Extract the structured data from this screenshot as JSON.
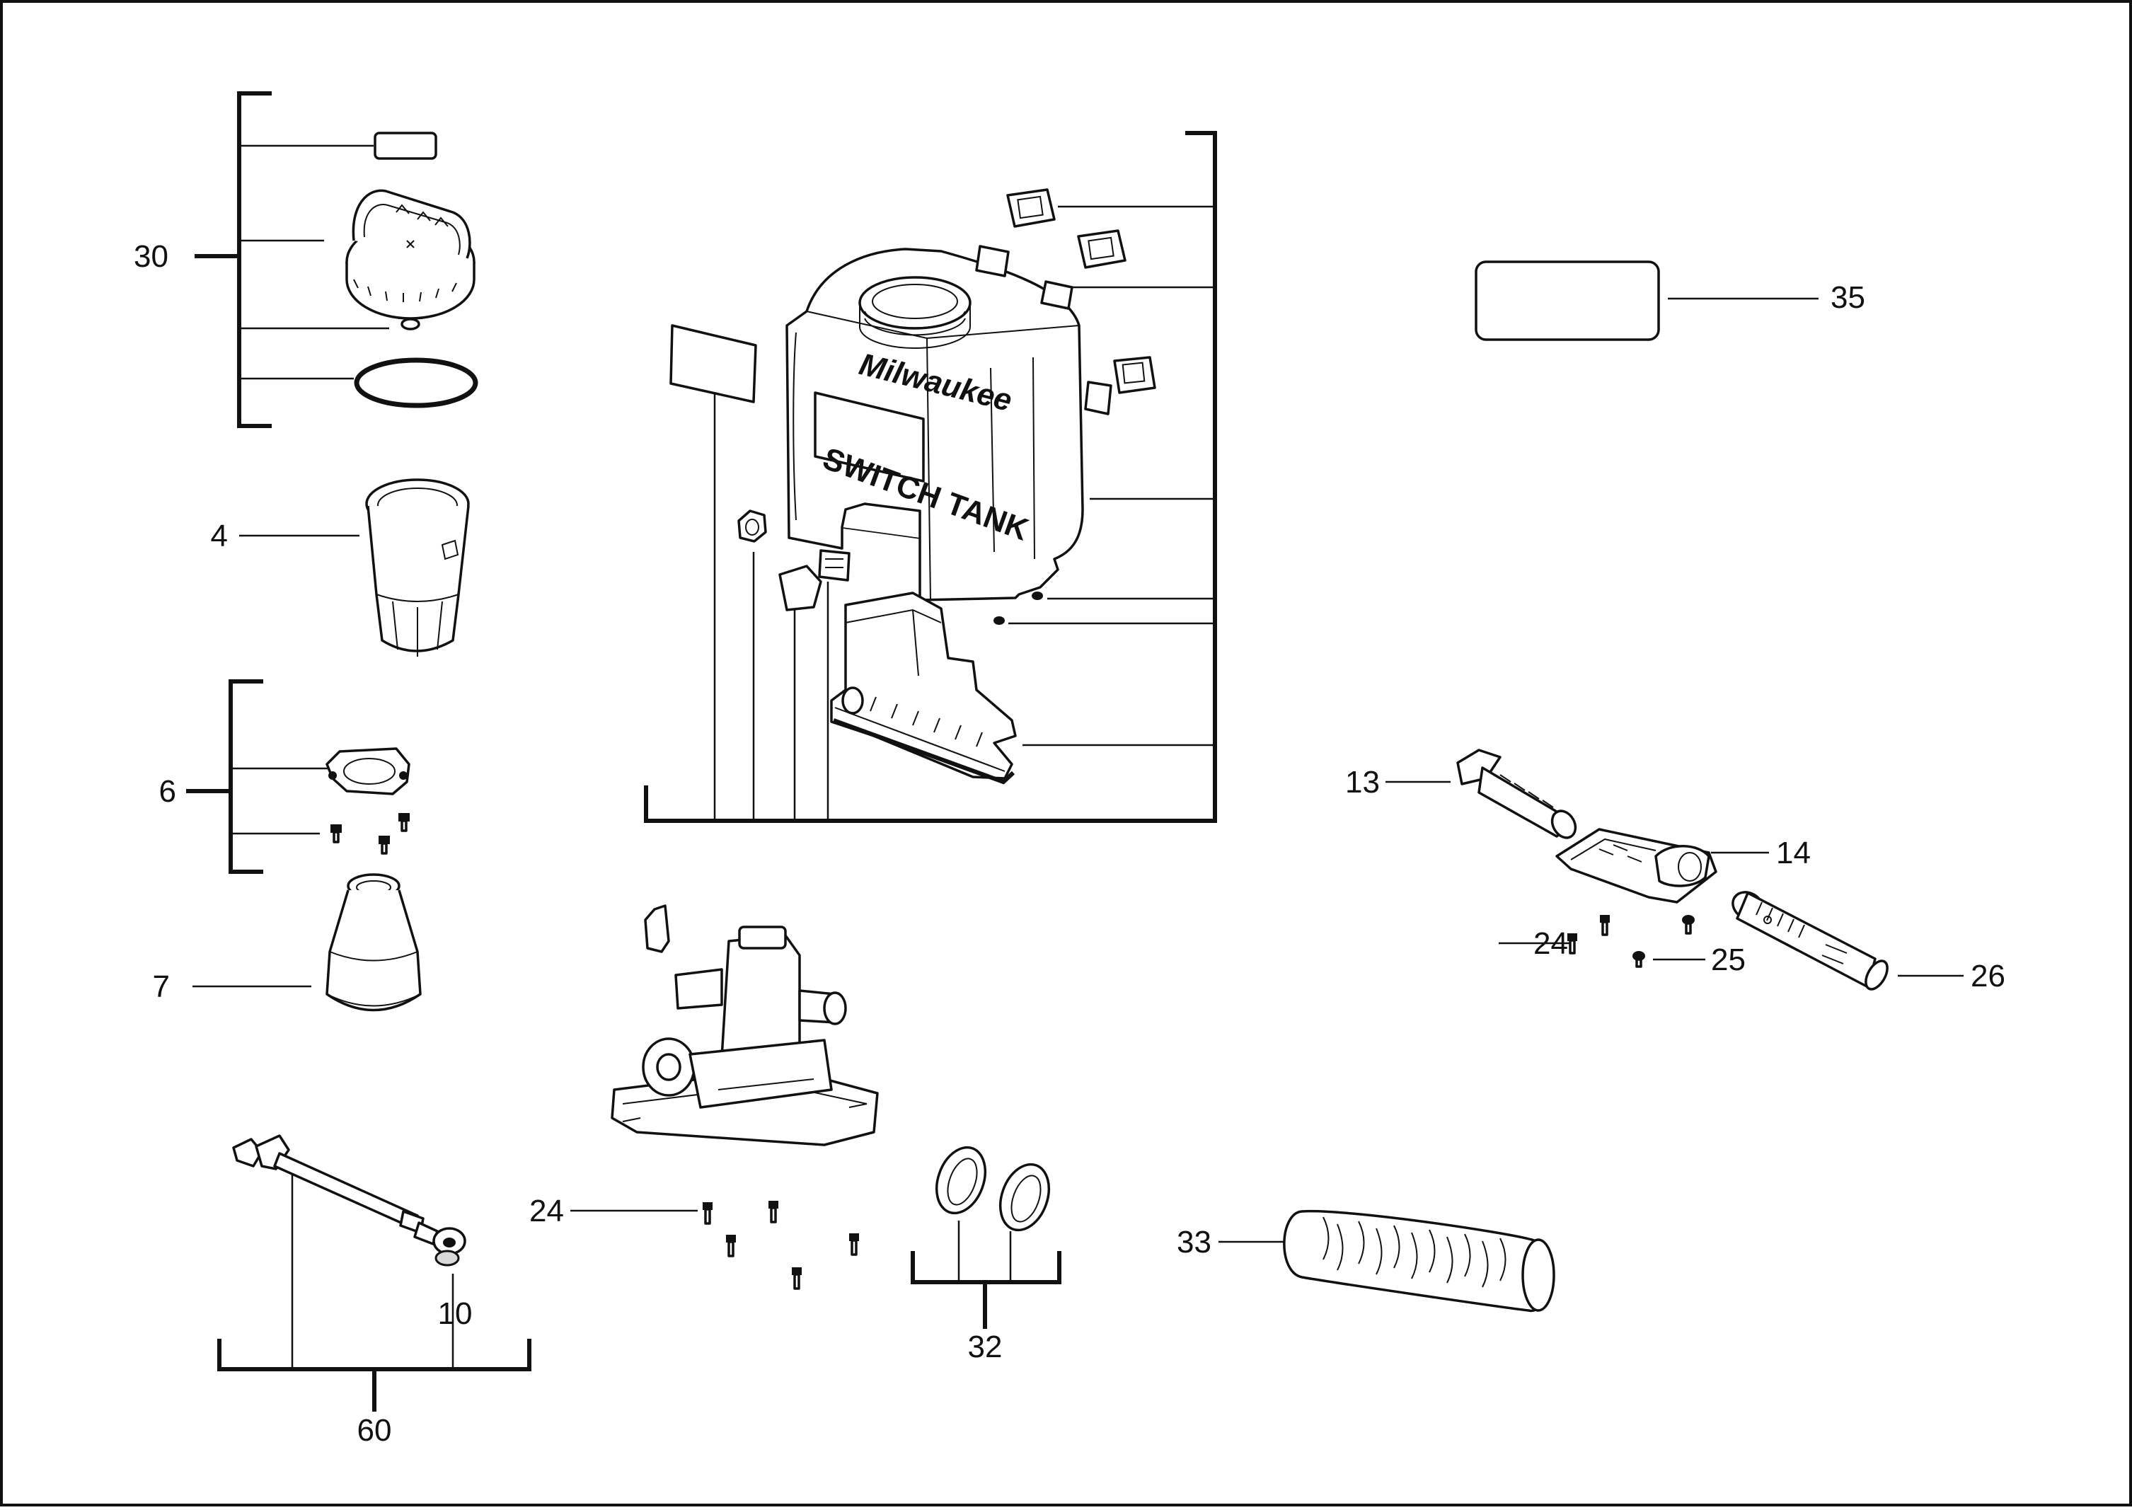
{
  "diagram": {
    "brand_text": "Milwaukee",
    "tank_text": "SWITCH TANK",
    "callouts": {
      "c30": "30",
      "c4": "4",
      "c6": "6",
      "c7": "7",
      "c10": "10",
      "c60": "60",
      "c24a": "24",
      "c32": "32",
      "c33": "33",
      "c35": "35",
      "c13": "13",
      "c14": "14",
      "c24b": "24",
      "c25": "25",
      "c26": "26"
    }
  }
}
